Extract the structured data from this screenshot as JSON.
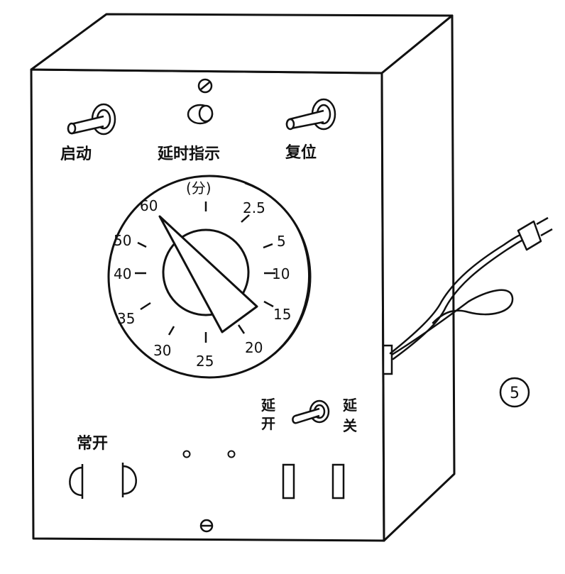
{
  "labels": {
    "start": "启动",
    "delay_indicator": "延时指示",
    "reset": "复位",
    "normally_open": "常开",
    "delay_open_top": "延",
    "delay_open_bottom": "开",
    "delay_close_top": "延",
    "delay_close_bottom": "关",
    "figure_number": "5"
  },
  "dial": {
    "unit": "(分)",
    "ticks": [
      {
        "label": "60",
        "pos": 0
      },
      {
        "label": "2.5",
        "pos": 1
      },
      {
        "label": "5",
        "pos": 2
      },
      {
        "label": "10",
        "pos": 3
      },
      {
        "label": "15",
        "pos": 4
      },
      {
        "label": "20",
        "pos": 5
      },
      {
        "label": "25",
        "pos": 6
      },
      {
        "label": "30",
        "pos": 7
      },
      {
        "label": "35",
        "pos": 8
      },
      {
        "label": "40",
        "pos": 9
      },
      {
        "label": "50",
        "pos": 10
      }
    ]
  }
}
